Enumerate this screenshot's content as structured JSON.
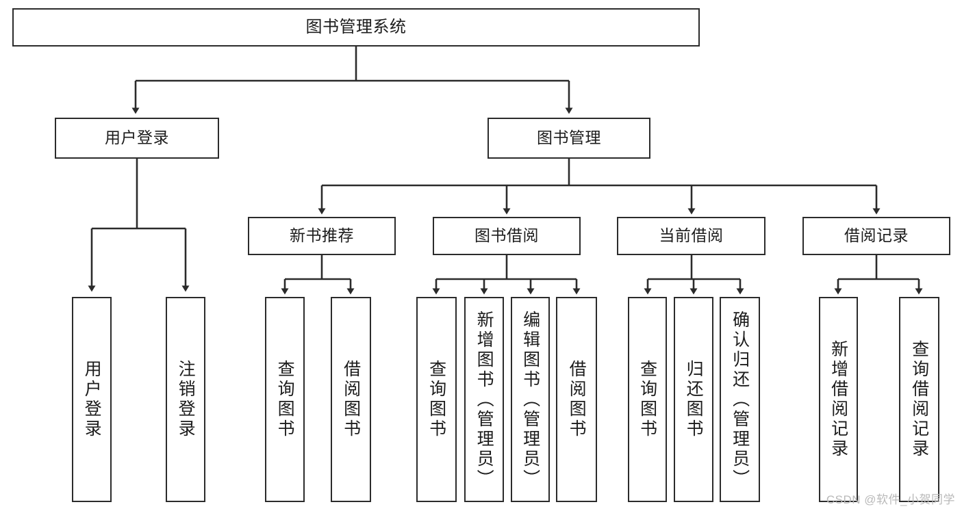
{
  "diagram": {
    "title": "图书管理系统",
    "type": "tree-hierarchy-chart",
    "line_color": "#2b2b2b",
    "box_fill": "#ffffff",
    "text_color": "#1c1c1c"
  },
  "root": {
    "label": "图书管理系统"
  },
  "level2": [
    {
      "label": "用户登录"
    },
    {
      "label": "图书管理"
    }
  ],
  "level3": [
    {
      "label": "新书推荐"
    },
    {
      "label": "图书借阅"
    },
    {
      "label": "当前借阅"
    },
    {
      "label": "借阅记录"
    }
  ],
  "leaves": {
    "user_login": [
      {
        "label": "用户登录"
      },
      {
        "label": "注销登录"
      }
    ],
    "new_book_recommend": [
      {
        "label": "查询图书"
      },
      {
        "label": "借阅图书"
      }
    ],
    "book_borrow": [
      {
        "label": "查询图书"
      },
      {
        "label": "新增图书（管理员）"
      },
      {
        "label": "编辑图书（管理员）"
      },
      {
        "label": "借阅图书"
      }
    ],
    "current_borrow": [
      {
        "label": "查询图书"
      },
      {
        "label": "归还图书"
      },
      {
        "label": "确认归还（管理员）"
      }
    ],
    "borrow_record": [
      {
        "label": "新增借阅记录"
      },
      {
        "label": "查询借阅记录"
      }
    ]
  },
  "watermark": {
    "text": "CSDN @软件_小贺同学"
  }
}
